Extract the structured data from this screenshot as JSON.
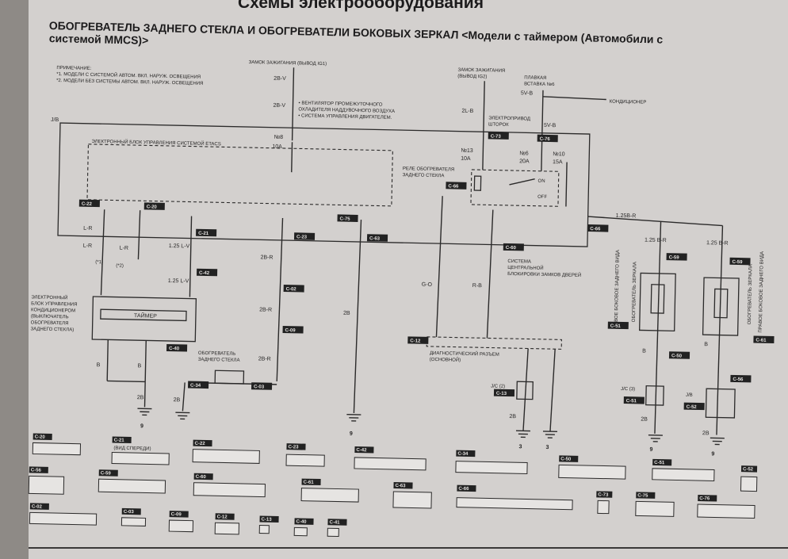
{
  "header": "Схемы электрооборудования",
  "title": {
    "line1": "ОБОГРЕВАТЕЛЬ ЗАДНЕГО СТЕКЛА И ОБОГРЕВАТЕЛИ БОКОВЫХ ЗЕРКАЛ <Модели с таймером (Автомобили с",
    "line2": "системой MMCS)>"
  },
  "notes": {
    "title": "ПРИМЕЧАНИЕ:",
    "n1": "*1. МОДЕЛИ С СИСТЕМОЙ АВТОМ. ВКЛ. НАРУЖ. ОСВЕЩЕНИЯ",
    "n2": "*2. МОДЕЛИ БЕЗ СИСТЕМЫ АВТОМ. ВКЛ. НАРУЖ. ОСВЕЩЕНИЯ"
  },
  "labels": {
    "jb": "J/B",
    "etacs": "ЭЛЕКТРОННЫЙ БЛОК УПРАВЛЕНИЯ СИСТЕМОЙ ETACS",
    "relay1": "РЕЛЕ ОБОГРЕВАТЕЛЯ",
    "relay2": "ЗАДНЕГО СТЕКЛА",
    "on": "ON",
    "off": "OFF",
    "ig1": "ЗАМОК ЗАЖИГАНИЯ (ВЫВОД IG1)",
    "fan1": "• ВЕНТИЛЯТОР ПРОМЕЖУТОЧНОГО",
    "fan2": "ОХЛАДИТЕЛЯ НАДДУВОЧНОГО ВОЗДУХА",
    "fan3": "• СИСТЕМА УПРАВЛЕНИЯ ДВИГАТЕЛЕМ.",
    "ig2": "ЗАМОК ЗАЖИГАНИЯ",
    "ig2b": "(ВЫВОД IG2)",
    "fl1": "ПЛАВКАЯ",
    "fl2": "ВСТАВКА №6",
    "aircon": "КОНДИЦИОНЕР",
    "lock1": "ЭЛЕКТРОПРИВОД",
    "lock2": "ШТОРОК",
    "cl1": "СИСТЕМА",
    "cl2": "ЦЕНТРАЛЬНОЙ",
    "cl3": "БЛОКИРОВКИ ЗАМКОВ ДВЕРЕЙ",
    "leftMirror": "ЛЕВОЕ БОКОВОЕ ЗАДНЕГО ВИДА",
    "heaterWord": "ОБОГРЕВАТЕЛЬ ЗЕРКАЛА",
    "rightMirror": "ПРАВОЕ БОКОВОЕ ЗАДНЕГО ВИДА",
    "heaterWord2": "ОБОГРЕВАТЕЛЬ ЗЕРКАЛА",
    "jc3": "J/C (3)",
    "jbShort": "J/B",
    "star1": "(*1)",
    "star2": "(*2)",
    "timer": "ТАЙМЕР",
    "ac1": "ЭЛЕКТРОННЫЙ",
    "ac2": "БЛОК УПРАВЛЕНИЯ",
    "ac3": "КОНДИЦИОНЕРОМ",
    "ac4": "(ВЫКЛЮЧАТЕЛЬ",
    "ac5": "ОБОГРЕВАТЕЛЯ",
    "ac6": "ЗАДНЕГО СТЕКЛА)",
    "rwh1": "ОБОГРЕВАТЕЛЬ",
    "rwh2": "ЗАДНЕГО СТЕКЛА",
    "diag1": "ДИАГНОСТИЧЕСКИЙ РАЗЪЕМ",
    "diag2": "(ОСНОВНОЙ)",
    "jc2": "J/C (2)",
    "frontView": "(ВИД СПЕРЕДИ)"
  },
  "fuses": {
    "f8": "№8",
    "f8a": "10A",
    "f13": "№13",
    "f13a": "10A",
    "f6": "№6",
    "f6a": "20A",
    "f10": "№10",
    "f10a": "15A"
  },
  "wires": {
    "w2bv_a": "2B-V",
    "w2bv_b": "2B-V",
    "w5vb_a": "5V-B",
    "w5vb_b": "5V-B",
    "w2lb": "2L-B",
    "w125br": "1.25B-R",
    "wbr1": "1.25 B-R",
    "wbr2": "1.25 B-R",
    "wb1": "B",
    "wb2": "B",
    "wb3": "2B",
    "wb4": "2B",
    "wlr1": "L-R",
    "wlr2": "L-R",
    "wlr3": "L-R",
    "wlv1": "1.25 L-V",
    "wlv2": "1.25 L-V",
    "wb5": "B",
    "wb6": "B",
    "wb7": "2B",
    "w2br1": "2B-R",
    "w2br2": "2B-R",
    "w2br3": "2B-R",
    "w2b1": "2B",
    "w2b2": "2B",
    "wgo": "G-O",
    "wrb": "R-B",
    "wb8": "2B"
  },
  "grounds": {
    "g9": "9",
    "g3": "3"
  },
  "tags": {
    "c02": "C-02",
    "c03": "C-03",
    "c09": "C-09",
    "c12": "C-12",
    "c13": "C-13",
    "c20": "C-20",
    "c21": "C-21",
    "c22": "C-22",
    "c23": "C-23",
    "c34": "C-34",
    "c40": "C-40",
    "c41": "C-41",
    "c42": "C-42",
    "c50": "C-50",
    "c51": "C-51",
    "c52": "C-52",
    "c56": "C-56",
    "c59": "C-59",
    "c60": "C-60",
    "c61": "C-61",
    "c63": "C-63",
    "c66": "C-66",
    "c73": "C-73",
    "c75": "C-75",
    "c76": "C-76"
  }
}
